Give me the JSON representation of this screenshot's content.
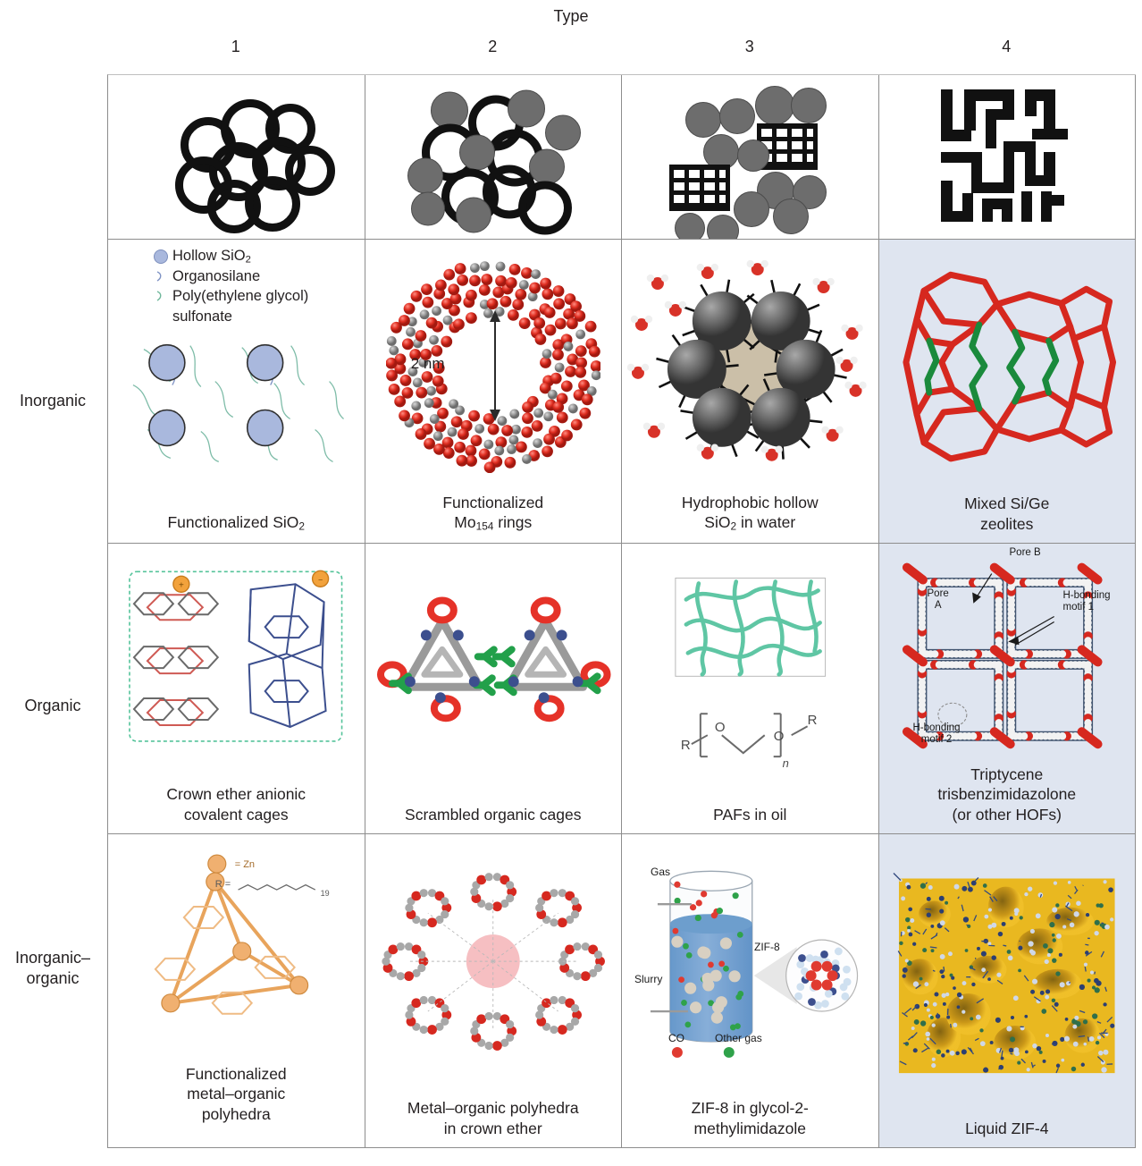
{
  "figure": {
    "axis_title": "Type",
    "column_numbers": [
      "1",
      "2",
      "3",
      "4"
    ],
    "row_labels": [
      "Inorganic",
      "Organic",
      "Inorganic–organic"
    ],
    "highlight_color": "#dfe5f0"
  },
  "header_icons": [
    {
      "name": "porous-rings-only",
      "type": "rings"
    },
    {
      "name": "rings-and-dense-particles",
      "type": "rings+dots"
    },
    {
      "name": "dense-particles-and-crystals",
      "type": "dots+crystals"
    },
    {
      "name": "continuous-maze-framework",
      "type": "maze"
    }
  ],
  "cells": {
    "inorganic": [
      {
        "caption": "Functionalized SiO",
        "caption_sub": "2",
        "caption_tail": "",
        "legend": [
          {
            "key": "blue-circle",
            "label": "Hollow SiO",
            "sub": "2",
            "tail": ""
          },
          {
            "key": "squiggle-blue",
            "label": "Organosilane",
            "sub": "",
            "tail": ""
          },
          {
            "key": "squiggle-green",
            "label": "Poly(ethylene glycol)",
            "sub": "",
            "tail": ""
          },
          {
            "key": "none",
            "label": "sulfonate",
            "sub": "",
            "tail": ""
          }
        ],
        "highlight": false
      },
      {
        "caption_lines": [
          "Functionalized",
          "Mo"
        ],
        "caption_sub": "154",
        "caption_tail": " rings",
        "annotations": [
          {
            "name": "pore-size-label",
            "text": "2 nm"
          }
        ],
        "highlight": false
      },
      {
        "caption_lines": [
          "Hydrophobic hollow",
          "SiO"
        ],
        "caption_sub": "2",
        "caption_tail": " in water",
        "highlight": false
      },
      {
        "caption_lines": [
          "Mixed Si/Ge",
          "zeolites"
        ],
        "highlight": true
      }
    ],
    "organic": [
      {
        "caption_lines": [
          "Crown ether anionic",
          "covalent cages"
        ],
        "highlight": false
      },
      {
        "caption_lines": [
          "Scrambled organic cages"
        ],
        "highlight": false
      },
      {
        "caption_lines": [
          "PAFs in oil"
        ],
        "annotations": [
          {
            "name": "polymer-r-left",
            "text": "R"
          },
          {
            "name": "polymer-o-left",
            "text": "O"
          },
          {
            "name": "polymer-o-right",
            "text": "O"
          },
          {
            "name": "polymer-r-right",
            "text": "R"
          },
          {
            "name": "polymer-repeat-n",
            "text": "n"
          }
        ],
        "highlight": false
      },
      {
        "caption_lines": [
          "Triptycene",
          "trisbenzimidazolone",
          "(or other HOFs)"
        ],
        "annotations": [
          {
            "name": "pore-b-label",
            "text": "Pore B"
          },
          {
            "name": "pore-a-label",
            "text": "Pore A"
          },
          {
            "name": "h-bonding-motif-1-label",
            "text": "H-bonding motif 1"
          },
          {
            "name": "h-bonding-motif-2-label",
            "text": "H-bonding motif 2"
          }
        ],
        "highlight": true
      }
    ],
    "inorganic_organic": [
      {
        "caption_lines": [
          "Functionalized",
          "metal–organic",
          "polyhedra"
        ],
        "annotations": [
          {
            "name": "zinc-key-label",
            "text": "= Zn"
          },
          {
            "name": "r-group-label",
            "text": "R ="
          },
          {
            "name": "repeat-subscript",
            "text": "19"
          }
        ],
        "highlight": false
      },
      {
        "caption_lines": [
          "Metal–organic polyhedra",
          "in crown ether"
        ],
        "highlight": false
      },
      {
        "caption_lines": [
          "ZIF-8 in glycol-2-",
          "methylimidazole"
        ],
        "annotations": [
          {
            "name": "gas-phase-label",
            "text": "Gas"
          },
          {
            "name": "slurry-label",
            "text": "Slurry"
          },
          {
            "name": "zif8-callout-label",
            "text": "ZIF-8"
          },
          {
            "name": "co2-legend-label",
            "text": "CO"
          },
          {
            "name": "other-gas-legend-label",
            "text": "Other gas"
          }
        ],
        "highlight": false
      },
      {
        "caption_lines": [
          "Liquid ZIF-4"
        ],
        "highlight": true
      }
    ]
  },
  "colors": {
    "oxygen_red": "#d6281f",
    "carbon_grey": "#8f8f8f",
    "germanium_green": "#1a8a3c",
    "nitrogen_blue": "#3a4f8a",
    "zif4_yellow": "#e8b21a",
    "slurry_blue": "#6f9fd0",
    "hollow_sio2_blue": "#a9b8dd",
    "paf_teal": "#63c9a8",
    "mop_orange": "#e8a45c"
  }
}
